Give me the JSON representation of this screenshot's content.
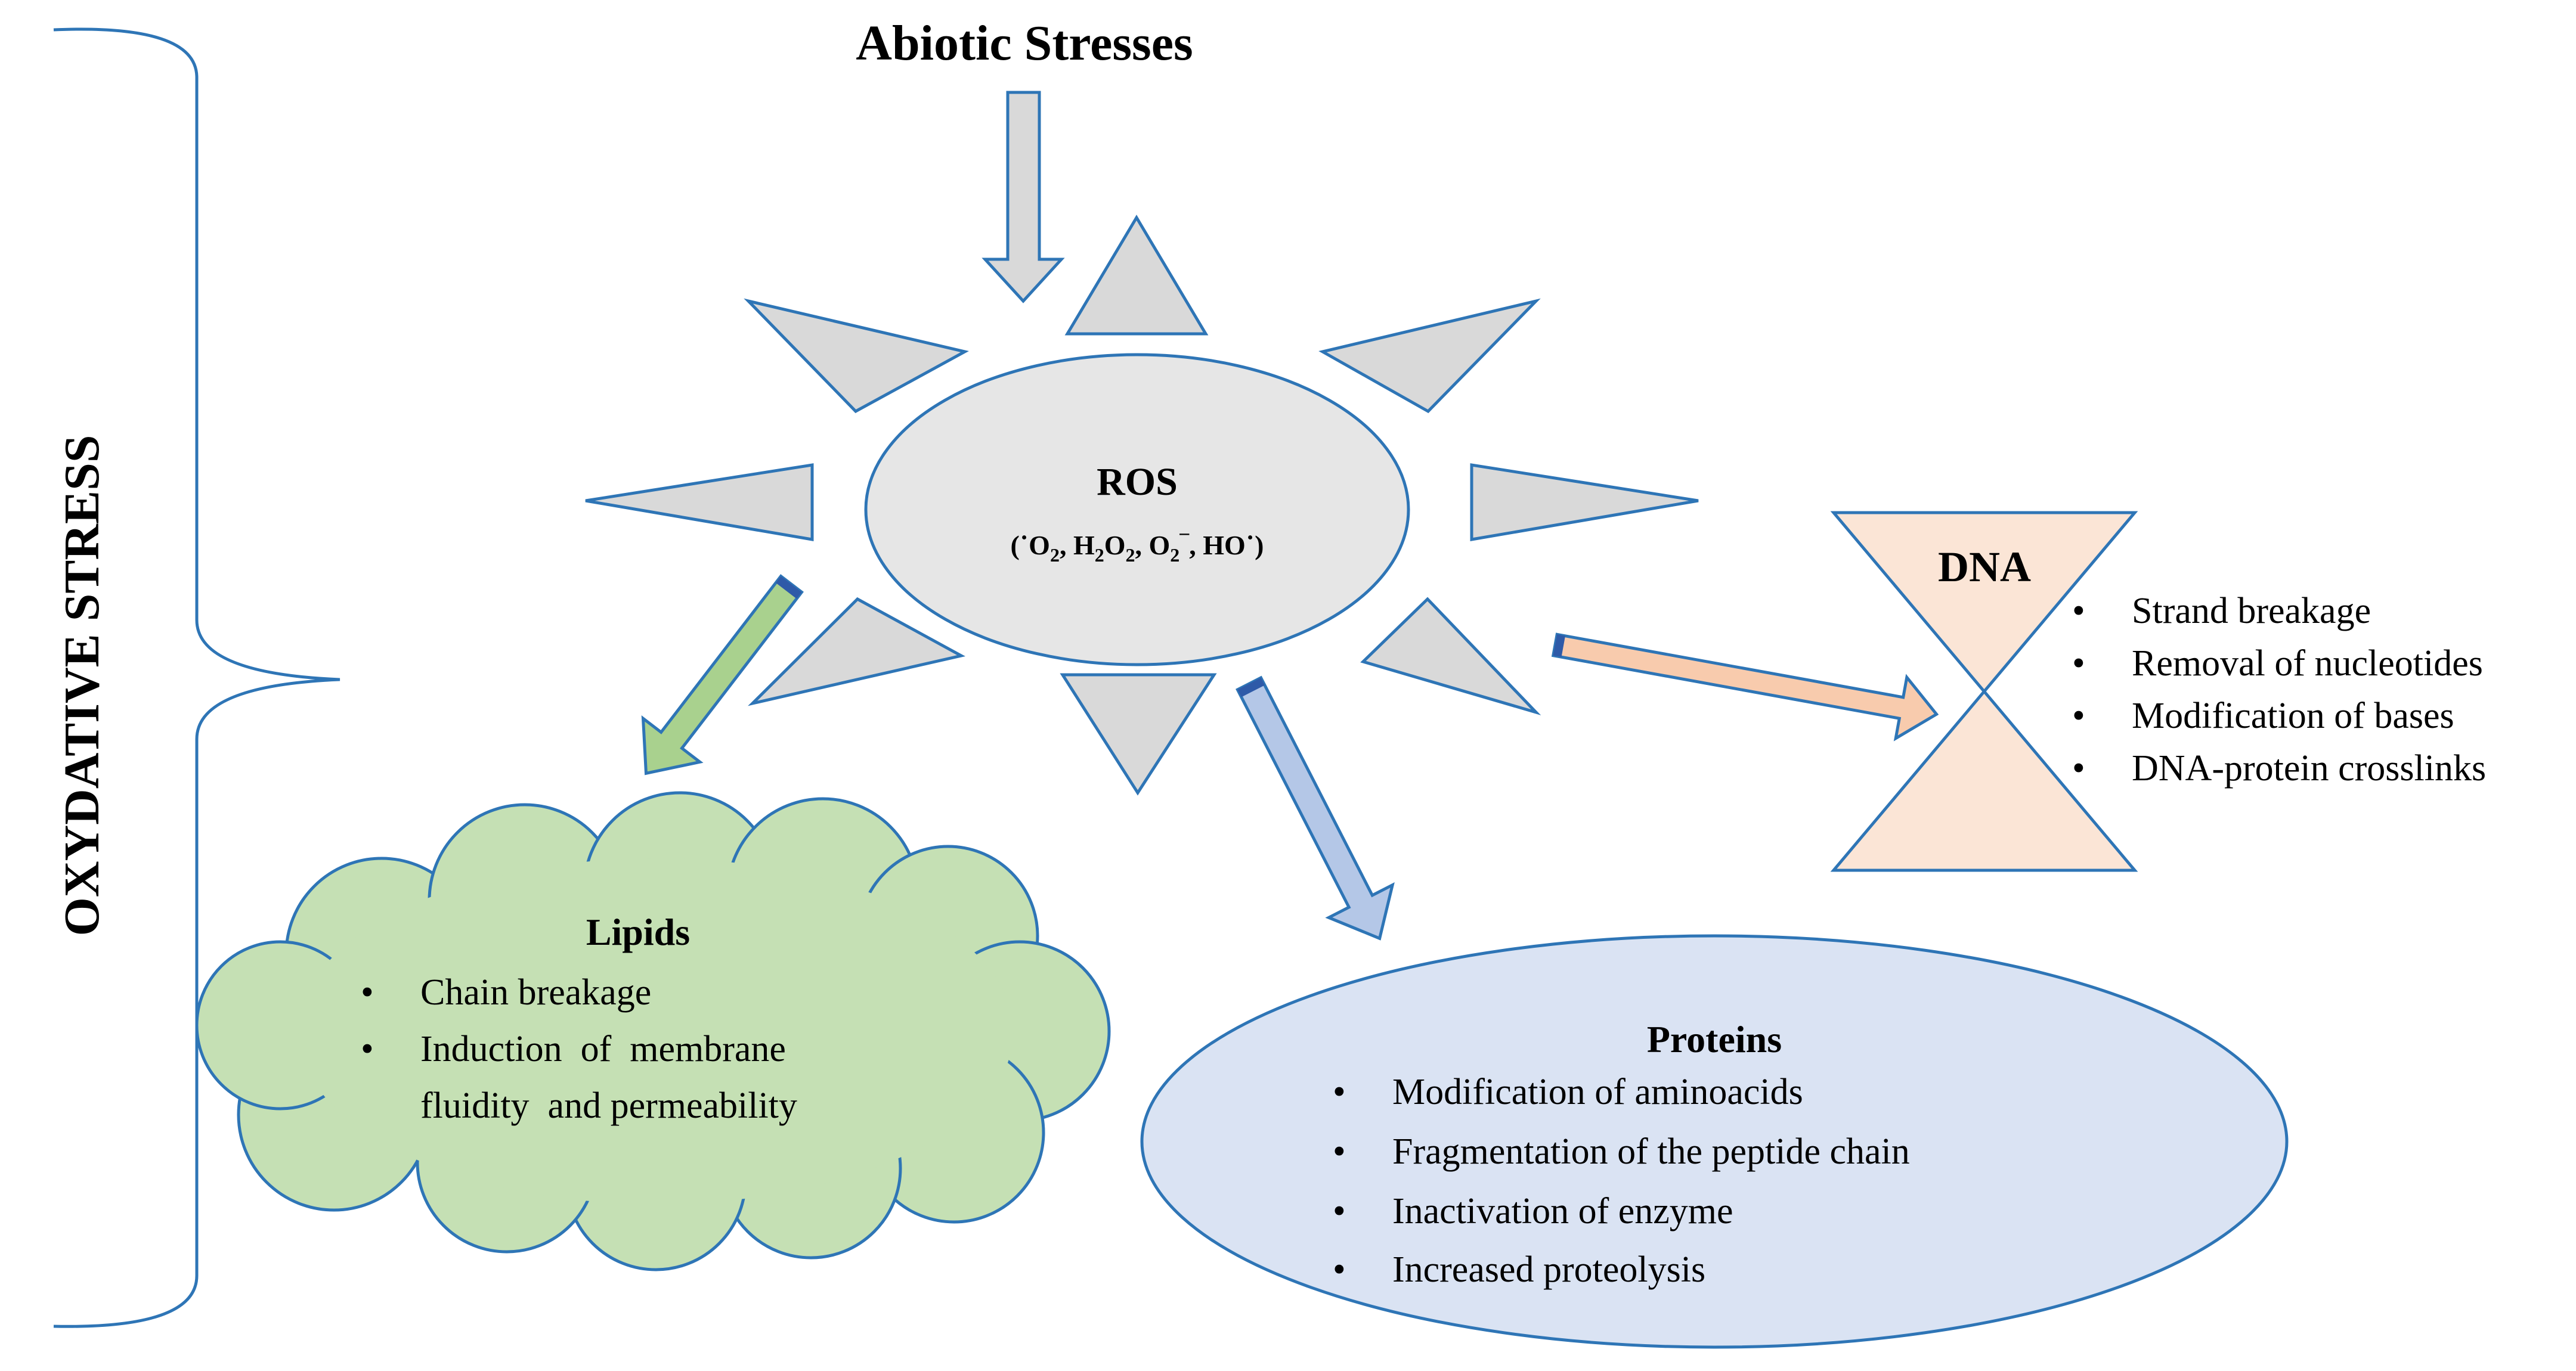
{
  "title": "Abiotic Stresses",
  "side_label": "OXYDATIVE STRESS",
  "ros": {
    "label": "ROS",
    "species": {
      "o2_radical": "˙O",
      "o2_radical_sub": "2",
      "sep1": ", H",
      "h2o2_sub1": "2",
      "h2o2_o": "O",
      "h2o2_sub2": "2",
      "sep2": ", O",
      "superoxide_sub": "2",
      "superoxide_sup": "–",
      "sep3": ", HO",
      "hydroxyl_dot": "˙",
      "open": "(",
      "close": ")"
    }
  },
  "dna": {
    "label": "DNA",
    "items": [
      "Strand breakage",
      "Removal of nucleotides",
      "Modification of bases",
      "DNA-protein crosslinks"
    ]
  },
  "lipids": {
    "label": "Lipids",
    "items": [
      "Chain breakage",
      "Induction  of  membrane",
      "fluidity  and permeability"
    ]
  },
  "proteins": {
    "label": "Proteins",
    "items": [
      "Modification of aminoacids",
      "Fragmentation of the peptide chain",
      "Inactivation of enzyme",
      "Increased proteolysis"
    ]
  },
  "bullet_char": "•",
  "colors": {
    "ray_fill": "#d9d9d9",
    "ray_stroke": "#2e75b6",
    "ros_fill": "#e6e6e6",
    "dna_fill": "#fbe5d6",
    "dna_stroke": "#2e75b6",
    "lipid_fill": "#c5e0b4",
    "lipid_arrow": "#a9d18e",
    "protein_fill": "#dae3f3",
    "protein_arrow": "#b4c7e7",
    "dna_arrow": "#f8cbad",
    "input_arrow": "#d9d9d9",
    "bracket": "#2e75b6"
  }
}
